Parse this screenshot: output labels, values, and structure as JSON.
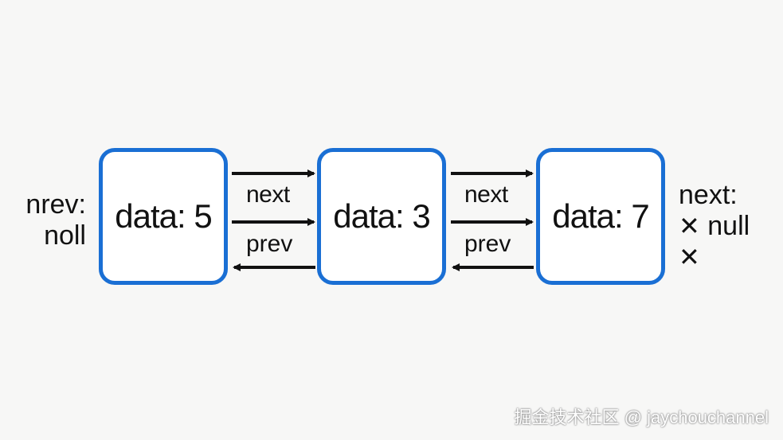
{
  "nodes": [
    {
      "label": "data: 5"
    },
    {
      "label": "data: 3"
    },
    {
      "label": "data: 7"
    }
  ],
  "links": [
    {
      "next_label": "next",
      "prev_label": "prev"
    },
    {
      "next_label": "next",
      "prev_label": "prev"
    }
  ],
  "left_end": {
    "line1": "nrev:",
    "line2": "noll"
  },
  "right_end": {
    "line1": "next:",
    "mark": "✕",
    "value": "null"
  },
  "watermark": "掘金技术社区 @ jaychouchannel",
  "colors": {
    "node_border": "#1a6fd4",
    "arrow": "#111111",
    "background": "#f7f7f6"
  }
}
